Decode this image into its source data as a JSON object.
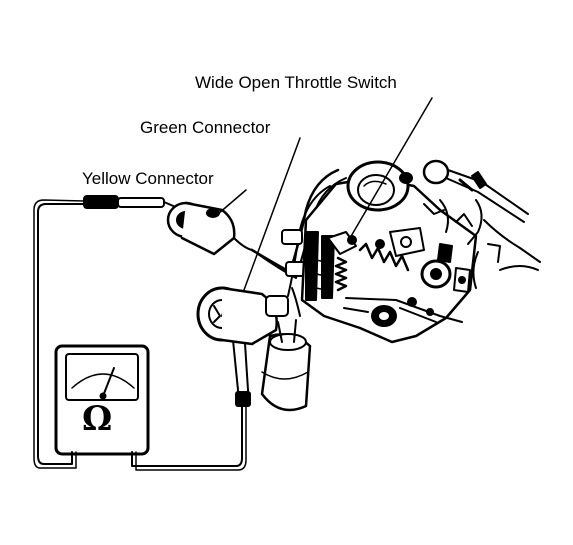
{
  "labels": {
    "wot_switch": "Wide Open Throttle Switch",
    "green_connector": "Green Connector",
    "yellow_connector": "Yellow Connector"
  },
  "meter": {
    "symbol": "Ω",
    "icon": "ohmmeter-icon"
  },
  "colors": {
    "ink": "#000000",
    "paper": "#ffffff"
  }
}
